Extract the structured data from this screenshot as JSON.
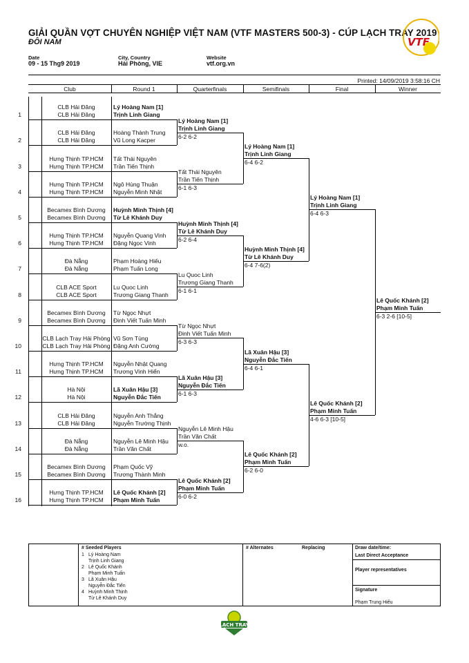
{
  "header": {
    "title": "GIẢI QUẦN VỢT CHUYÊN NGHIỆP VIỆT NAM (VTF MASTERS 500-3) - CÚP LẠCH TRAY 2019",
    "subtitle": "ĐÔI NAM",
    "date_label": "Date",
    "date_value": "09 - 15 Thg9 2019",
    "city_label": "City, Country",
    "city_value": "Hải Phòng, VIE",
    "website_label": "Website",
    "website_value": "vtf.org.vn",
    "printed": "Printed: 14/09/2019 3:58:16 CH"
  },
  "columns": [
    "Club",
    "Round 1",
    "Quarterfinals",
    "Semifinals",
    "Final",
    "Winner"
  ],
  "draw": [
    {
      "n": "1",
      "club1": "CLB Hải Đăng",
      "club2": "CLB Hải Đăng",
      "p1": "Lý Hoàng Nam [1]",
      "p2": "Trịnh Linh Giang",
      "bold": true
    },
    {
      "n": "2",
      "club1": "CLB Hải Đăng",
      "club2": "CLB Hải Đăng",
      "p1": "Hoàng Thành Trung",
      "p2": "Vũ Long Kacper",
      "bold": false
    },
    {
      "n": "3",
      "club1": "Hưng Thịnh TP.HCM",
      "club2": "Hưng Thịnh TP.HCM",
      "p1": "Tất Thái Nguyên",
      "p2": "Trần Tiến Thịnh",
      "bold": false
    },
    {
      "n": "4",
      "club1": "Hưng Thịnh TP.HCM",
      "club2": "Hưng Thịnh TP.HCM",
      "p1": "Ngô Hùng Thuận",
      "p2": "Nguyễn Minh Nhật",
      "bold": false
    },
    {
      "n": "5",
      "club1": "Becamex Bình Dương",
      "club2": "Becamex Bình Dương",
      "p1": "Huỳnh Minh Thịnh [4]",
      "p2": "Từ Lê Khánh Duy",
      "bold": true
    },
    {
      "n": "6",
      "club1": "Hưng Thịnh TP.HCM",
      "club2": "Hưng Thịnh TP.HCM",
      "p1": "Nguyễn Quang Vinh",
      "p2": "Đặng Ngọc Vinh",
      "bold": false
    },
    {
      "n": "7",
      "club1": "Đà Nẵng",
      "club2": "Đà Nẵng",
      "p1": "Phạm Hoàng Hiếu",
      "p2": "Phạm Tuấn Long",
      "bold": false
    },
    {
      "n": "8",
      "club1": "CLB ACE Sport",
      "club2": "CLB ACE Sport",
      "p1": "Lu Quoc Linh",
      "p2": "Trương Giang Thanh",
      "bold": false
    },
    {
      "n": "9",
      "club1": "Becamex Bình Dương",
      "club2": "Becamex Bình Dương",
      "p1": "Từ Ngọc Nhựt",
      "p2": "Đinh Viết Tuấn Minh",
      "bold": false
    },
    {
      "n": "10",
      "club1": "CLB Lạch Tray Hải Phòng",
      "club2": "CLB Lạch Tray Hải Phòng",
      "p1": "Vũ Sơn Tùng",
      "p2": "Đặng Anh Cường",
      "bold": false
    },
    {
      "n": "11",
      "club1": "Hưng Thịnh TP.HCM",
      "club2": "Hưng Thịnh TP.HCM",
      "p1": "Nguyễn Nhật Quang",
      "p2": "Trương Vinh Hiển",
      "bold": false
    },
    {
      "n": "12",
      "club1": "Hà Nội",
      "club2": "Hà Nội",
      "p1": "Lã Xuân Hậu [3]",
      "p2": "Nguyễn Đắc Tiến",
      "bold": true
    },
    {
      "n": "13",
      "club1": "CLB Hải Đăng",
      "club2": "CLB Hải Đăng",
      "p1": "Nguyễn Anh Thắng",
      "p2": "Nguyễn Trường Thịnh",
      "bold": false
    },
    {
      "n": "14",
      "club1": "Đà Nẵng",
      "club2": "Đà Nẵng",
      "p1": "Nguyễn Lê Minh Hậu",
      "p2": "Trần Văn Chất",
      "bold": false
    },
    {
      "n": "15",
      "club1": "Becamex Bình Dương",
      "club2": "Becamex Bình Dương",
      "p1": "Phạm Quốc Vỹ",
      "p2": "Trương Thành Minh",
      "bold": false
    },
    {
      "n": "16",
      "club1": "Hưng Thịnh TP.HCM",
      "club2": "Hưng Thịnh TP.HCM",
      "p1": "Lê Quốc Khánh [2]",
      "p2": "Phạm Minh Tuấn",
      "bold": true
    }
  ],
  "qf": [
    {
      "p1": "Lý Hoàng Nam [1]",
      "p2": "Trịnh Linh Giang",
      "score": "6-2 6-2",
      "bold": true
    },
    {
      "p1": "Tất Thái Nguyên",
      "p2": "Trần Tiến Thịnh",
      "score": "6-1 6-3",
      "bold": false
    },
    {
      "p1": "Huỳnh Minh Thịnh [4]",
      "p2": "Từ Lê Khánh Duy",
      "score": "6-2 6-4",
      "bold": true
    },
    {
      "p1": "Lu Quoc Linh",
      "p2": "Trương Giang Thanh",
      "score": "6-1 6-1",
      "bold": false
    },
    {
      "p1": "Từ Ngọc Nhựt",
      "p2": "Đinh Viết Tuấn Minh",
      "score": "6-3 6-3",
      "bold": false
    },
    {
      "p1": "Lã Xuân Hậu [3]",
      "p2": "Nguyễn Đắc Tiến",
      "score": "6-1 6-3",
      "bold": true
    },
    {
      "p1": "Nguyễn Lê Minh Hậu",
      "p2": "Trần Văn Chất",
      "score": "w.o.",
      "bold": false
    },
    {
      "p1": "Lê Quốc Khánh [2]",
      "p2": "Phạm Minh Tuấn",
      "score": "6-0 6-2",
      "bold": true
    }
  ],
  "sf": [
    {
      "p1": "Lý Hoàng Nam [1]",
      "p2": "Trịnh Linh Giang",
      "score": "6-4 6-2"
    },
    {
      "p1": "Huỳnh Minh Thịnh [4]",
      "p2": "Từ Lê Khánh Duy",
      "score": "6-4 7-6(2)"
    },
    {
      "p1": "Lã Xuân Hậu [3]",
      "p2": "Nguyễn Đắc Tiến",
      "score": "6-4 6-1"
    },
    {
      "p1": "Lê Quốc Khánh [2]",
      "p2": "Phạm Minh Tuấn",
      "score": "6-2 6-0"
    }
  ],
  "final": [
    {
      "p1": "Lý Hoàng Nam [1]",
      "p2": "Trịnh Linh Giang",
      "score": "6-4 6-3"
    },
    {
      "p1": "Lê Quốc Khánh [2]",
      "p2": "Phạm Minh Tuấn",
      "score": "4-6 6-3 [10-5]"
    }
  ],
  "winner": {
    "p1": "Lê Quốc Khánh [2]",
    "p2": "Phạm Minh Tuấn",
    "score": "6-3 2-6 [10-5]"
  },
  "footer": {
    "seeded_title": "#  Seeded Players",
    "seeds": [
      {
        "n": "1",
        "a": "Lý Hoàng Nam",
        "b": "Trịnh Linh Giang"
      },
      {
        "n": "2",
        "a": "Lê Quốc Khánh",
        "b": "Phạm Minh Tuấn"
      },
      {
        "n": "3",
        "a": "Lã Xuân Hậu",
        "b": "Nguyễn Đắc Tiến"
      },
      {
        "n": "4",
        "a": "Huỳnh Minh Thịnh",
        "b": "Từ Lê Khánh Duy"
      }
    ],
    "alternates": "# Alternates",
    "replacing": "Replacing",
    "draw_date": "Draw date/time:",
    "last_direct": "Last Direct Acceptance",
    "player_reps": "Player representatives",
    "signature": "Signature",
    "signature_name": "Phạm Trung Hiếu"
  },
  "logos": {
    "top": "VTF",
    "bottom": "LẠCH TRAY"
  }
}
